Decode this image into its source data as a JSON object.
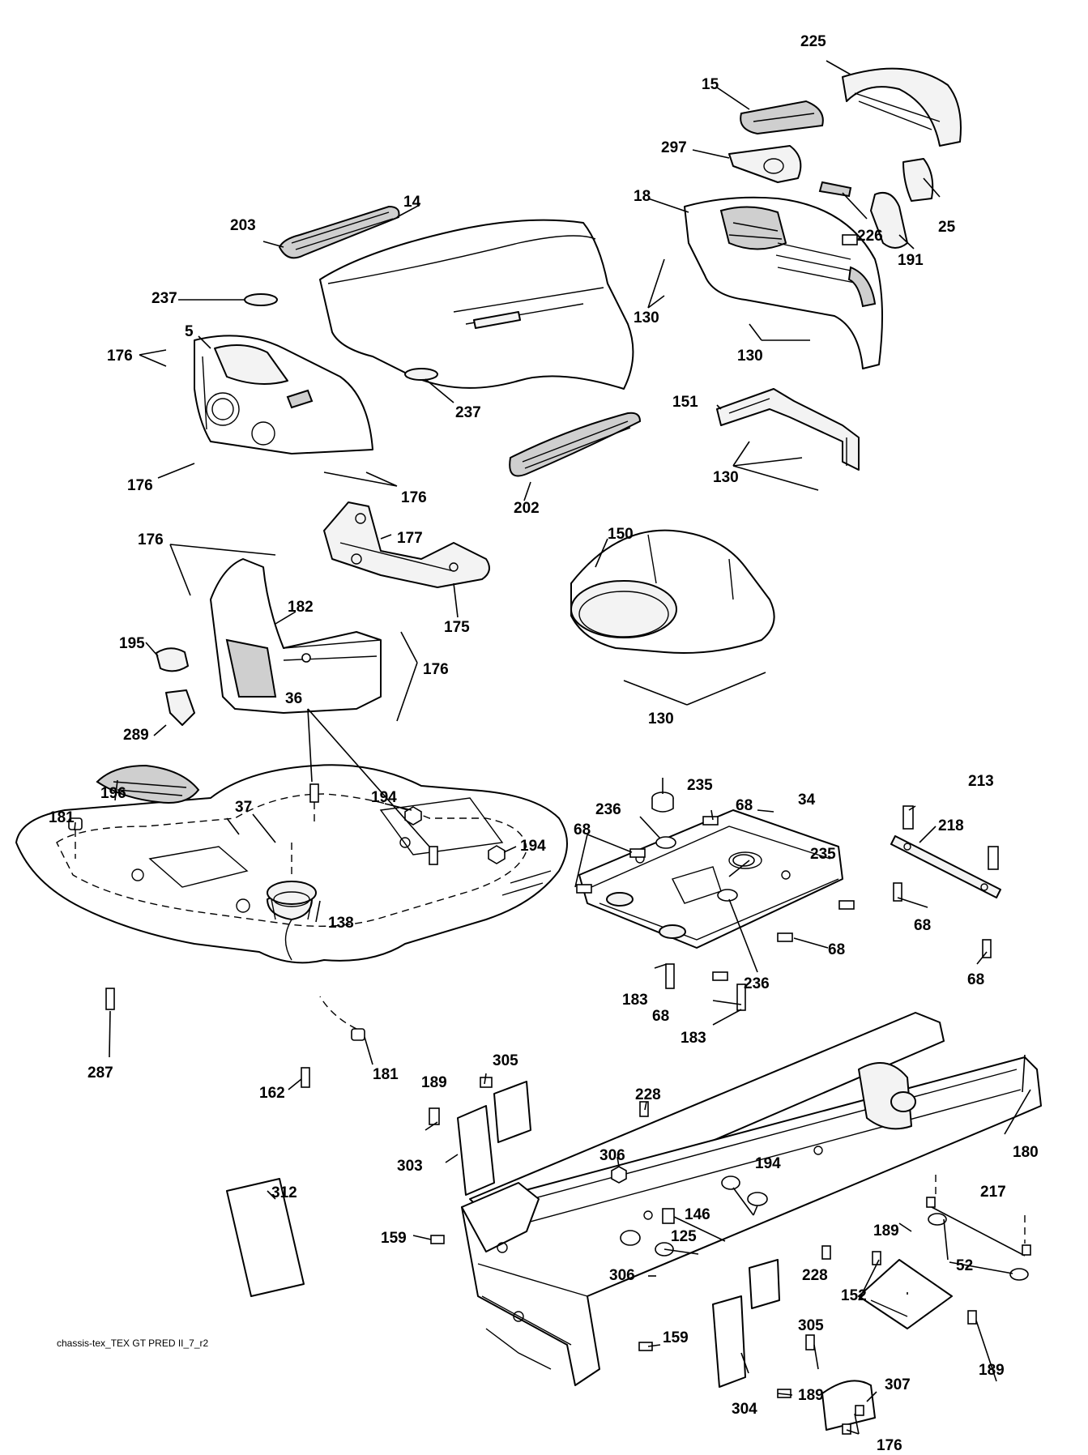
{
  "drawing_ref": "chassis-tex_TEX GT PRED II_7_r2",
  "part_numbers": {
    "p225": "225",
    "p15": "15",
    "p297": "297",
    "p18": "18",
    "p14": "14",
    "p203": "203",
    "p226": "226",
    "p25": "25",
    "p191": "191",
    "p237": "237",
    "p5": "5",
    "p176": "176",
    "p130": "130",
    "p151": "151",
    "p202": "202",
    "p177": "177",
    "p150": "150",
    "p182": "182",
    "p175": "175",
    "p195": "195",
    "p289": "289",
    "p36": "36",
    "p196": "196",
    "p37": "37",
    "p194": "194",
    "p181": "181",
    "p138": "138",
    "p235": "235",
    "p236": "236",
    "p68": "68",
    "p34": "34",
    "p213": "213",
    "p218": "218",
    "p183": "183",
    "p287": "287",
    "p162": "162",
    "p305": "305",
    "p189": "189",
    "p228": "228",
    "p180": "180",
    "p303": "303",
    "p306": "306",
    "p312": "312",
    "p146": "146",
    "p125": "125",
    "p217": "217",
    "p159": "159",
    "p52": "52",
    "p152": "152",
    "p304": "304",
    "p307": "307"
  }
}
